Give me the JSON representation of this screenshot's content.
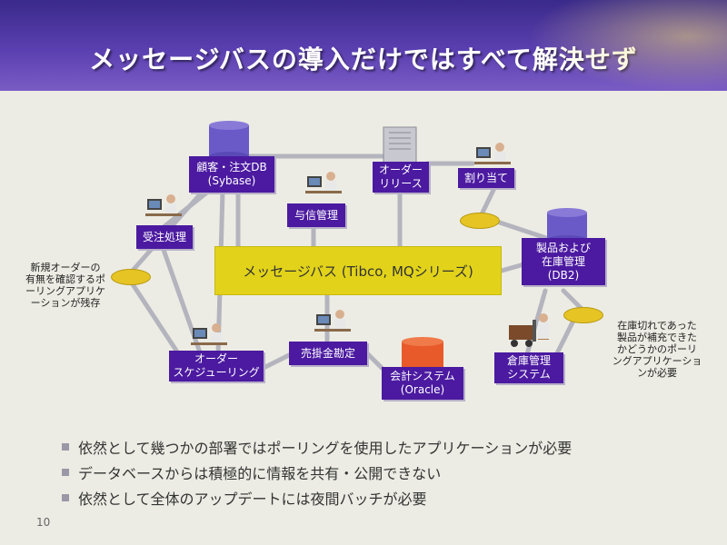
{
  "title": "メッセージバスの導入だけではすべて解決せず",
  "bus": "メッセージバス (Tibco, MQシリーズ)",
  "nodes": {
    "customer_db": [
      "顧客・注文DB",
      "(Sybase)"
    ],
    "credit": [
      "与信管理"
    ],
    "order_release": [
      "オーダー",
      "リリース"
    ],
    "allocation": [
      "割り当て"
    ],
    "order_processing": [
      "受注処理"
    ],
    "products_inventory": [
      "製品および",
      "在庫管理",
      "(DB2)"
    ],
    "order_scheduling": [
      "オーダー",
      "スケジューリング"
    ],
    "receivables": [
      "売掛金勘定"
    ],
    "accounting": [
      "会計システム",
      "(Oracle)"
    ],
    "warehouse": [
      "倉庫管理",
      "システム"
    ]
  },
  "notes": {
    "left": [
      "新規オーダーの",
      "有無を確認するポ",
      "ーリングアプリケ",
      "ーションが残存"
    ],
    "right": [
      "在庫切れであった",
      "製品が補充できた",
      "かどうかのポーリ",
      "ングアプリケーショ",
      "ンが必要"
    ]
  },
  "bullets": [
    "依然として幾つかの部署ではポーリングを使用したアプリケーションが必要",
    "データベースからは積極的に情報を共有・公開できない",
    "依然として全体のアップデートには夜間バッチが必要"
  ],
  "page_number": "10",
  "colors": {
    "node": "#4b1aa0",
    "bus": "#e2d31a",
    "oval": "#e6c424",
    "db_purple": "#6a5ac8",
    "db_red": "#e85a2a",
    "line": "#b4b4be"
  },
  "icons": [
    "database-cylinder",
    "person-at-computer",
    "server-tower",
    "forklift-icon"
  ]
}
